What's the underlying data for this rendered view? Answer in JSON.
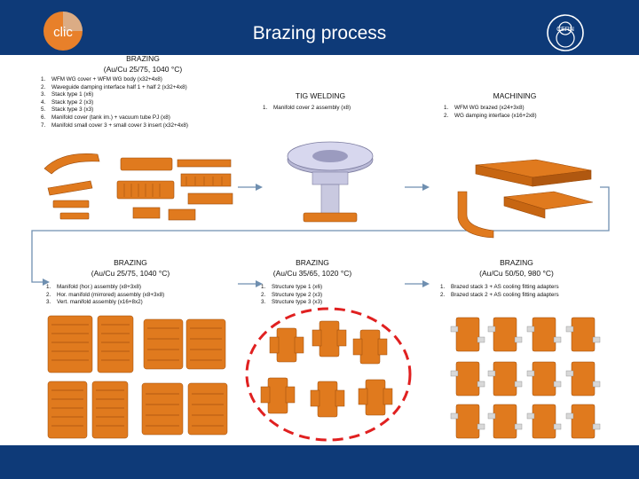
{
  "title": "Brazing process",
  "logos": {
    "left": "CLIC",
    "right": "CERN"
  },
  "colors": {
    "header": "#0e3a78",
    "footer": "#0e3a78",
    "flow": "#6f8fb0",
    "parts": "#e07a1e",
    "highlight": "#e02020"
  },
  "steps": [
    {
      "title1": "BRAZING",
      "title2": "(Au/Cu 25/75, 1040 °C)",
      "items": [
        {
          "num": "1.",
          "text": "WFM WG cover + WFM WG body (x32+4x8)"
        },
        {
          "num": "2.",
          "text": "Waveguide damping interface half 1 + half 2 (x32+4x8)"
        },
        {
          "num": "3.",
          "text": "Stack type 1 (x6)"
        },
        {
          "num": "4.",
          "text": "Stack type 2 (x3)"
        },
        {
          "num": "5.",
          "text": "Stack type 3 (x3)"
        },
        {
          "num": "6.",
          "text": "Manifold cover (tank im.) + vacuum tube PJ (x8)"
        },
        {
          "num": "7.",
          "text": "Manifold small cover 3 + small cover 3 insert (x32+4x8)"
        }
      ]
    },
    {
      "title1": "TIG WELDING",
      "items": [
        {
          "num": "1.",
          "text": "Manifold cover 2 assembly (x8)"
        }
      ]
    },
    {
      "title1": "MACHINING",
      "items": [
        {
          "num": "1.",
          "text": "WFM WG brazed (x24+3x8)"
        },
        {
          "num": "2.",
          "text": "WG damping interface (x16+2x8)"
        }
      ]
    },
    {
      "title1": "BRAZING",
      "title2": "(Au/Cu 25/75, 1040 °C)",
      "items": [
        {
          "num": "1.",
          "text": "Manifold (hor.) assembly (x8+3x8)"
        },
        {
          "num": "2.",
          "text": "Hor. manifold (mirrored) assembly (x8+3x8)"
        },
        {
          "num": "3.",
          "text": "Vert. manifold assembly (x16+8x2)"
        }
      ]
    },
    {
      "title1": "BRAZING",
      "title2": "(Au/Cu 35/65, 1020 °C)",
      "items": [
        {
          "num": "1.",
          "text": "Structure type 1 (x6)"
        },
        {
          "num": "2.",
          "text": "Structure type 2 (x3)"
        },
        {
          "num": "3.",
          "text": "Structure type 3 (x3)"
        }
      ]
    },
    {
      "title1": "BRAZING",
      "title2": "(Au/Cu 50/50, 980 °C)",
      "items": [
        {
          "num": "1.",
          "text": "Brazed stack 3 + AS cooling fitting adapters"
        },
        {
          "num": "2.",
          "text": "Brazed stack 2 + AS cooling fitting adapters"
        }
      ]
    }
  ]
}
